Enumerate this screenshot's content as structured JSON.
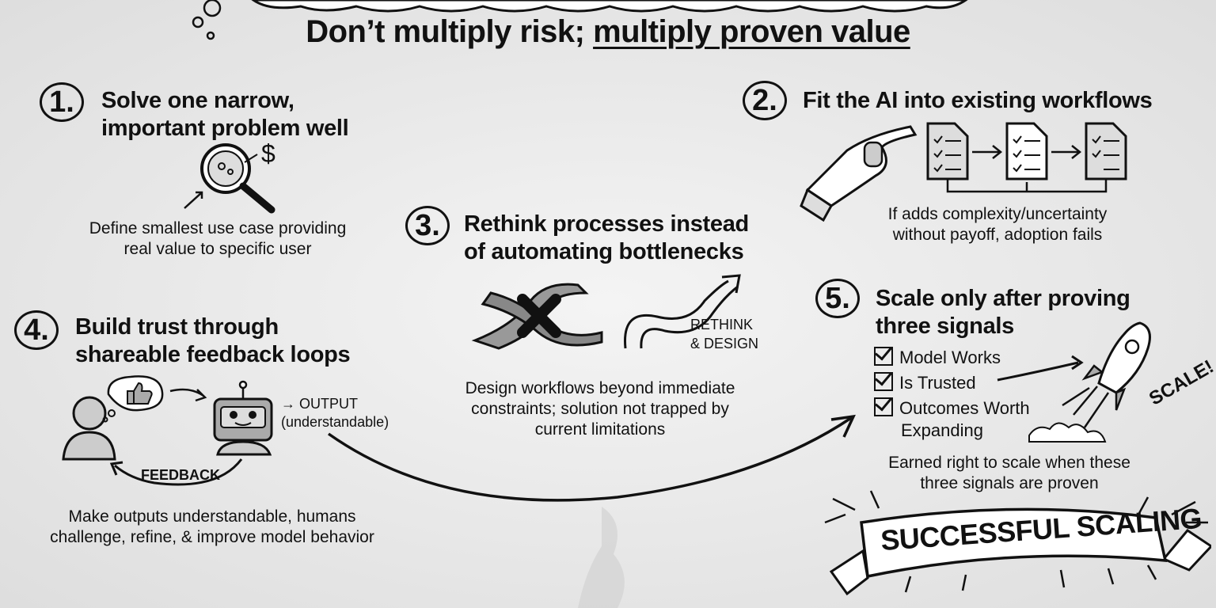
{
  "title": {
    "part1": "Don’t multiply risk; ",
    "part2": "multiply proven value"
  },
  "steps": [
    {
      "num": "1.",
      "heading_line1": "Solve one narrow,",
      "heading_line2": "important problem well",
      "desc_line1": "Define smallest use case providing",
      "desc_line2": "real value to specific user",
      "icon_label": "$"
    },
    {
      "num": "2.",
      "heading": "Fit the AI into existing workflows",
      "desc_line1": "If adds complexity/uncertainty",
      "desc_line2": "without payoff, adoption fails"
    },
    {
      "num": "3.",
      "heading_line1": "Rethink processes instead",
      "heading_line2": "of automating bottlenecks",
      "tag_line1": "RETHINK",
      "tag_line2": "& DESIGN",
      "desc_line1": "Design workflows beyond immediate",
      "desc_line2": "constraints; solution not trapped by",
      "desc_line3": "current limitations"
    },
    {
      "num": "4.",
      "heading_line1": "Build trust through",
      "heading_line2": "shareable feedback loops",
      "output_label": "→ OUTPUT",
      "output_sub": "(understandable)",
      "feedback_label": "FEEDBACK",
      "desc_line1": "Make outputs understandable, humans",
      "desc_line2": "challenge, refine, & improve model behavior"
    },
    {
      "num": "5.",
      "heading_line1": "Scale only after proving",
      "heading_line2": "three signals",
      "checks": [
        "Model Works",
        "Is Trusted",
        "Outcomes Worth",
        "Expanding"
      ],
      "scale_label": "SCALE!",
      "desc_line1": "Earned right to scale when these",
      "desc_line2": "three signals are proven"
    }
  ],
  "banner": "SUCCESSFUL SCALING",
  "icons": [
    "magnifier-icon",
    "hand-icon",
    "document-icon",
    "roads-icon",
    "robot-icon",
    "person-icon",
    "thumbs-up-icon",
    "rocket-icon"
  ]
}
